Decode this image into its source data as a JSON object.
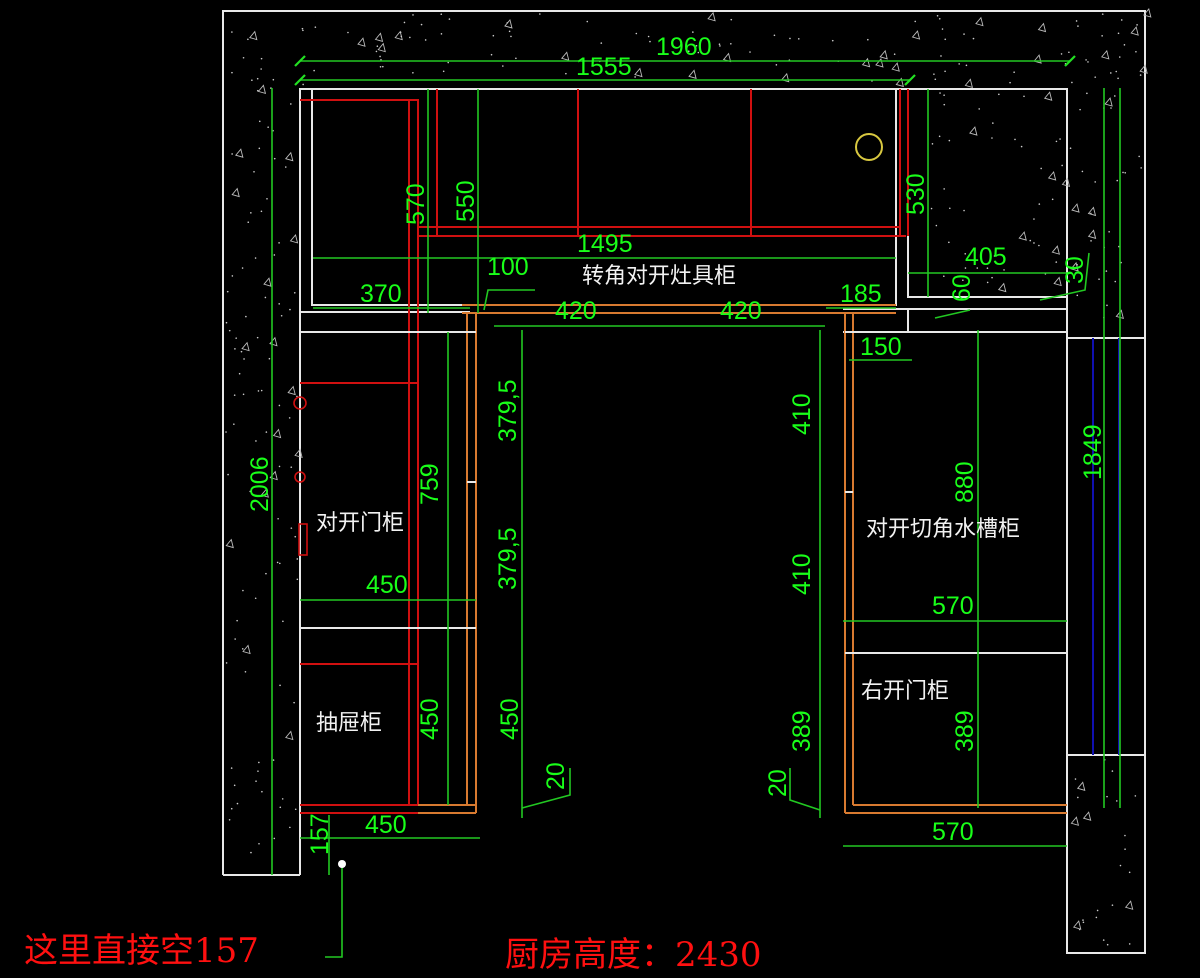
{
  "drawing": {
    "title": "厨房橱柜平面图",
    "colors": {
      "background": "#000000",
      "wall": "#e8e8e8",
      "cabinet_red": "#d01010",
      "cabinet_orange": "#d87a30",
      "dimension": "#19ff19",
      "pipe": "#1010b0",
      "stove_circle": "#d8c840",
      "note": "#ff1010"
    },
    "cabinet_labels": {
      "corner_stove": "转角对开灶具柜",
      "double_door": "对开门柜",
      "drawer": "抽屉柜",
      "sink_corner": "对开切角水槽柜",
      "right_door": "右开门柜"
    },
    "dimensions": {
      "overall_width": "1960",
      "top_run": "1555",
      "stove_run": "1495",
      "left_depth_570": "570",
      "stove_depth_550": "550",
      "right_depth_530": "530",
      "left_370": "370",
      "gap_100": "100",
      "door_420_a": "420",
      "door_420_b": "420",
      "right_185": "185",
      "pillar_405": "405",
      "pillar_60": "60",
      "pillar_30": "30",
      "right_150": "150",
      "left_total_2006": "2006",
      "left_759": "759",
      "left_379_5_a": "379,5",
      "left_379_5_b": "379,5",
      "left_450_w": "450",
      "left_450_h_inner": "450",
      "left_450_h_outer": "450",
      "left_20": "20",
      "left_bottom_450": "450",
      "left_157": "157",
      "right_410_a": "410",
      "right_410_b": "410",
      "right_880": "880",
      "right_1849": "1849",
      "right_570_w": "570",
      "right_389_outer": "389",
      "right_389_inner": "389",
      "right_20": "20",
      "right_bottom_570": "570"
    },
    "notes": {
      "gap_note": "这里直接空157",
      "kitchen_height": "厨房高度：2430"
    }
  }
}
